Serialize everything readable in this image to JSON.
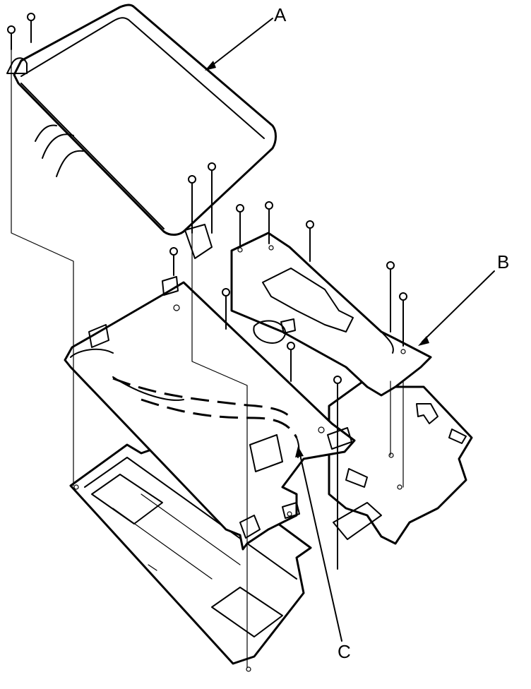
{
  "diagram": {
    "callouts": {
      "a": "A",
      "b": "B",
      "c": "C"
    },
    "parts": [
      {
        "callout": "A",
        "icon": "lid-panel"
      },
      {
        "callout": "B",
        "icon": "middle-bracket"
      },
      {
        "callout": "C",
        "icon": "harness-connector"
      }
    ],
    "fastener_icon": "screw-icon"
  }
}
